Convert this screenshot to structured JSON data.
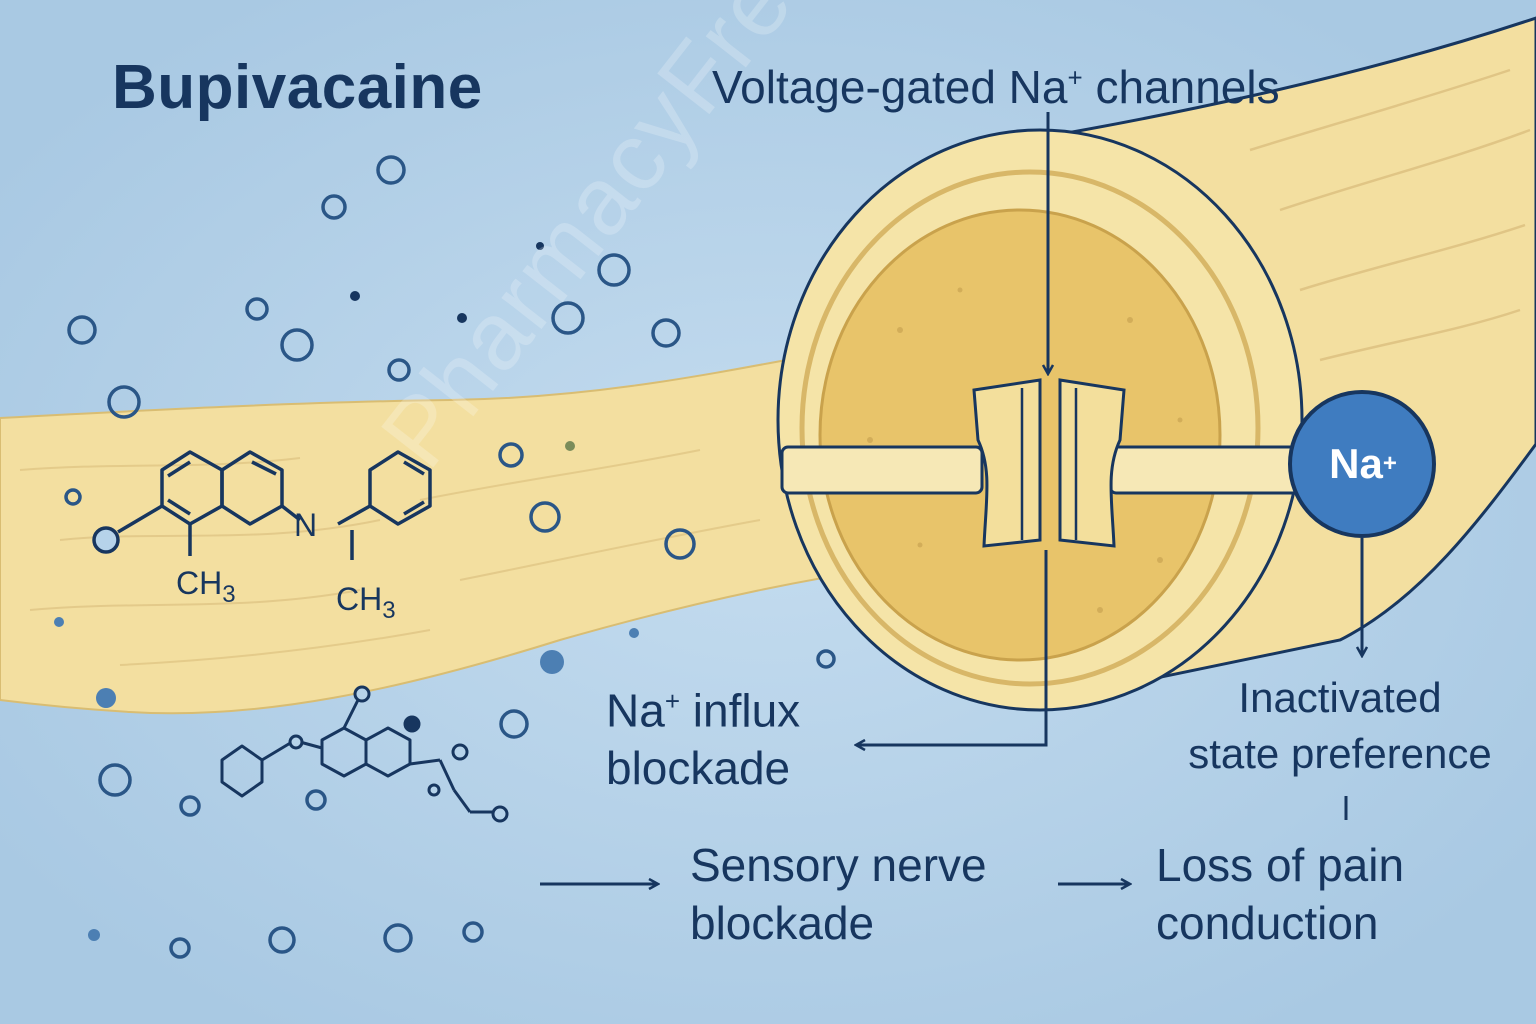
{
  "title": "Bupivacaine",
  "labels": {
    "channels_prefix": "Voltage-gated Na",
    "channels_sup": "+",
    "channels_suffix": " channels",
    "influx_ion": "Na",
    "influx_sup": "+",
    "influx_rest": " influx",
    "influx_line2": "blockade",
    "inactivated_line1": "Inactivated",
    "inactivated_line2": "state preference",
    "sensory_line1": "Sensory nerve",
    "sensory_line2": "blockade",
    "loss_line1": "Loss of pain",
    "loss_line2": "conduction"
  },
  "ion": {
    "symbol": "Na",
    "charge": "+"
  },
  "structure_labels": {
    "methyl_1": "CH",
    "methyl_1_sub": "3",
    "methyl_2": "CH",
    "methyl_2_sub": "3",
    "nitrogen": "N"
  },
  "watermark": "PharmacyFreak",
  "colors": {
    "background": "#b6d3ea",
    "nerve": "#f3dfa0",
    "nerve_dark": "#e6c468",
    "ink": "#17365f",
    "ion": "#3f7cc0"
  }
}
